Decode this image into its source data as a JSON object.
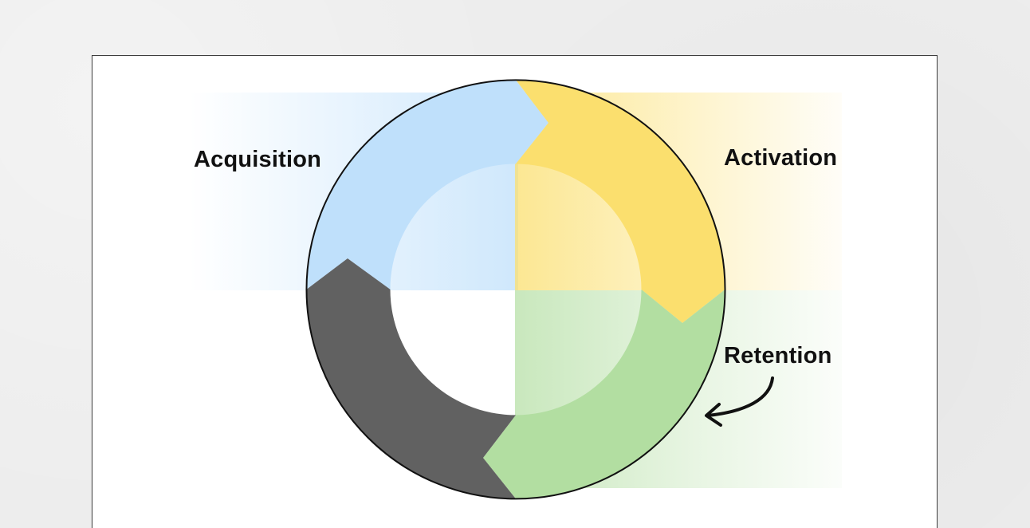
{
  "diagram": {
    "labels": {
      "acquisition": "Acquisition",
      "activation": "Activation",
      "retention": "Retention"
    },
    "colors": {
      "acquisition": "#bfe0fb",
      "activation": "#fbdf6e",
      "retention": "#b2dea1",
      "fourth_stage": "#616161",
      "outline": "#111111",
      "card_background": "#ffffff",
      "page_background": "#eeeeee"
    }
  }
}
